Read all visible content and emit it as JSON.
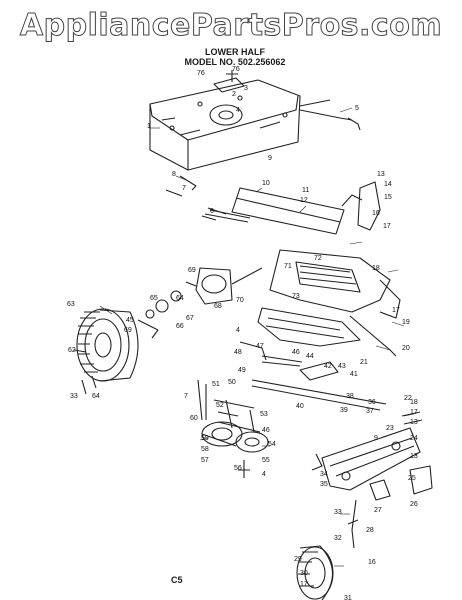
{
  "watermark": "AppliancePartsPros.com",
  "header": {
    "line1": "LOWER HALF",
    "line2": "MODEL NO. 502.256062"
  },
  "page_number": "C5",
  "callouts": [
    "76",
    "76",
    "3",
    "2",
    "4",
    "1",
    "5",
    "8",
    "9",
    "7",
    "6",
    "10",
    "11",
    "12",
    "13",
    "14",
    "15",
    "16",
    "17",
    "69",
    "68",
    "67",
    "66",
    "64",
    "65",
    "72",
    "71",
    "73",
    "70",
    "18",
    "19",
    "17",
    "20",
    "21",
    "63",
    "45",
    "69",
    "62",
    "33",
    "64",
    "4",
    "47",
    "48",
    "49",
    "46",
    "44",
    "42",
    "43",
    "41",
    "40",
    "38",
    "39",
    "51",
    "50",
    "52",
    "53",
    "46",
    "54",
    "55",
    "56",
    "4",
    "60",
    "59",
    "58",
    "57",
    "7",
    "18",
    "17",
    "13",
    "36",
    "37",
    "22",
    "23",
    "9",
    "24",
    "13",
    "34",
    "35",
    "25",
    "26",
    "27",
    "28",
    "33",
    "32",
    "29",
    "30",
    "17",
    "16",
    "31"
  ]
}
